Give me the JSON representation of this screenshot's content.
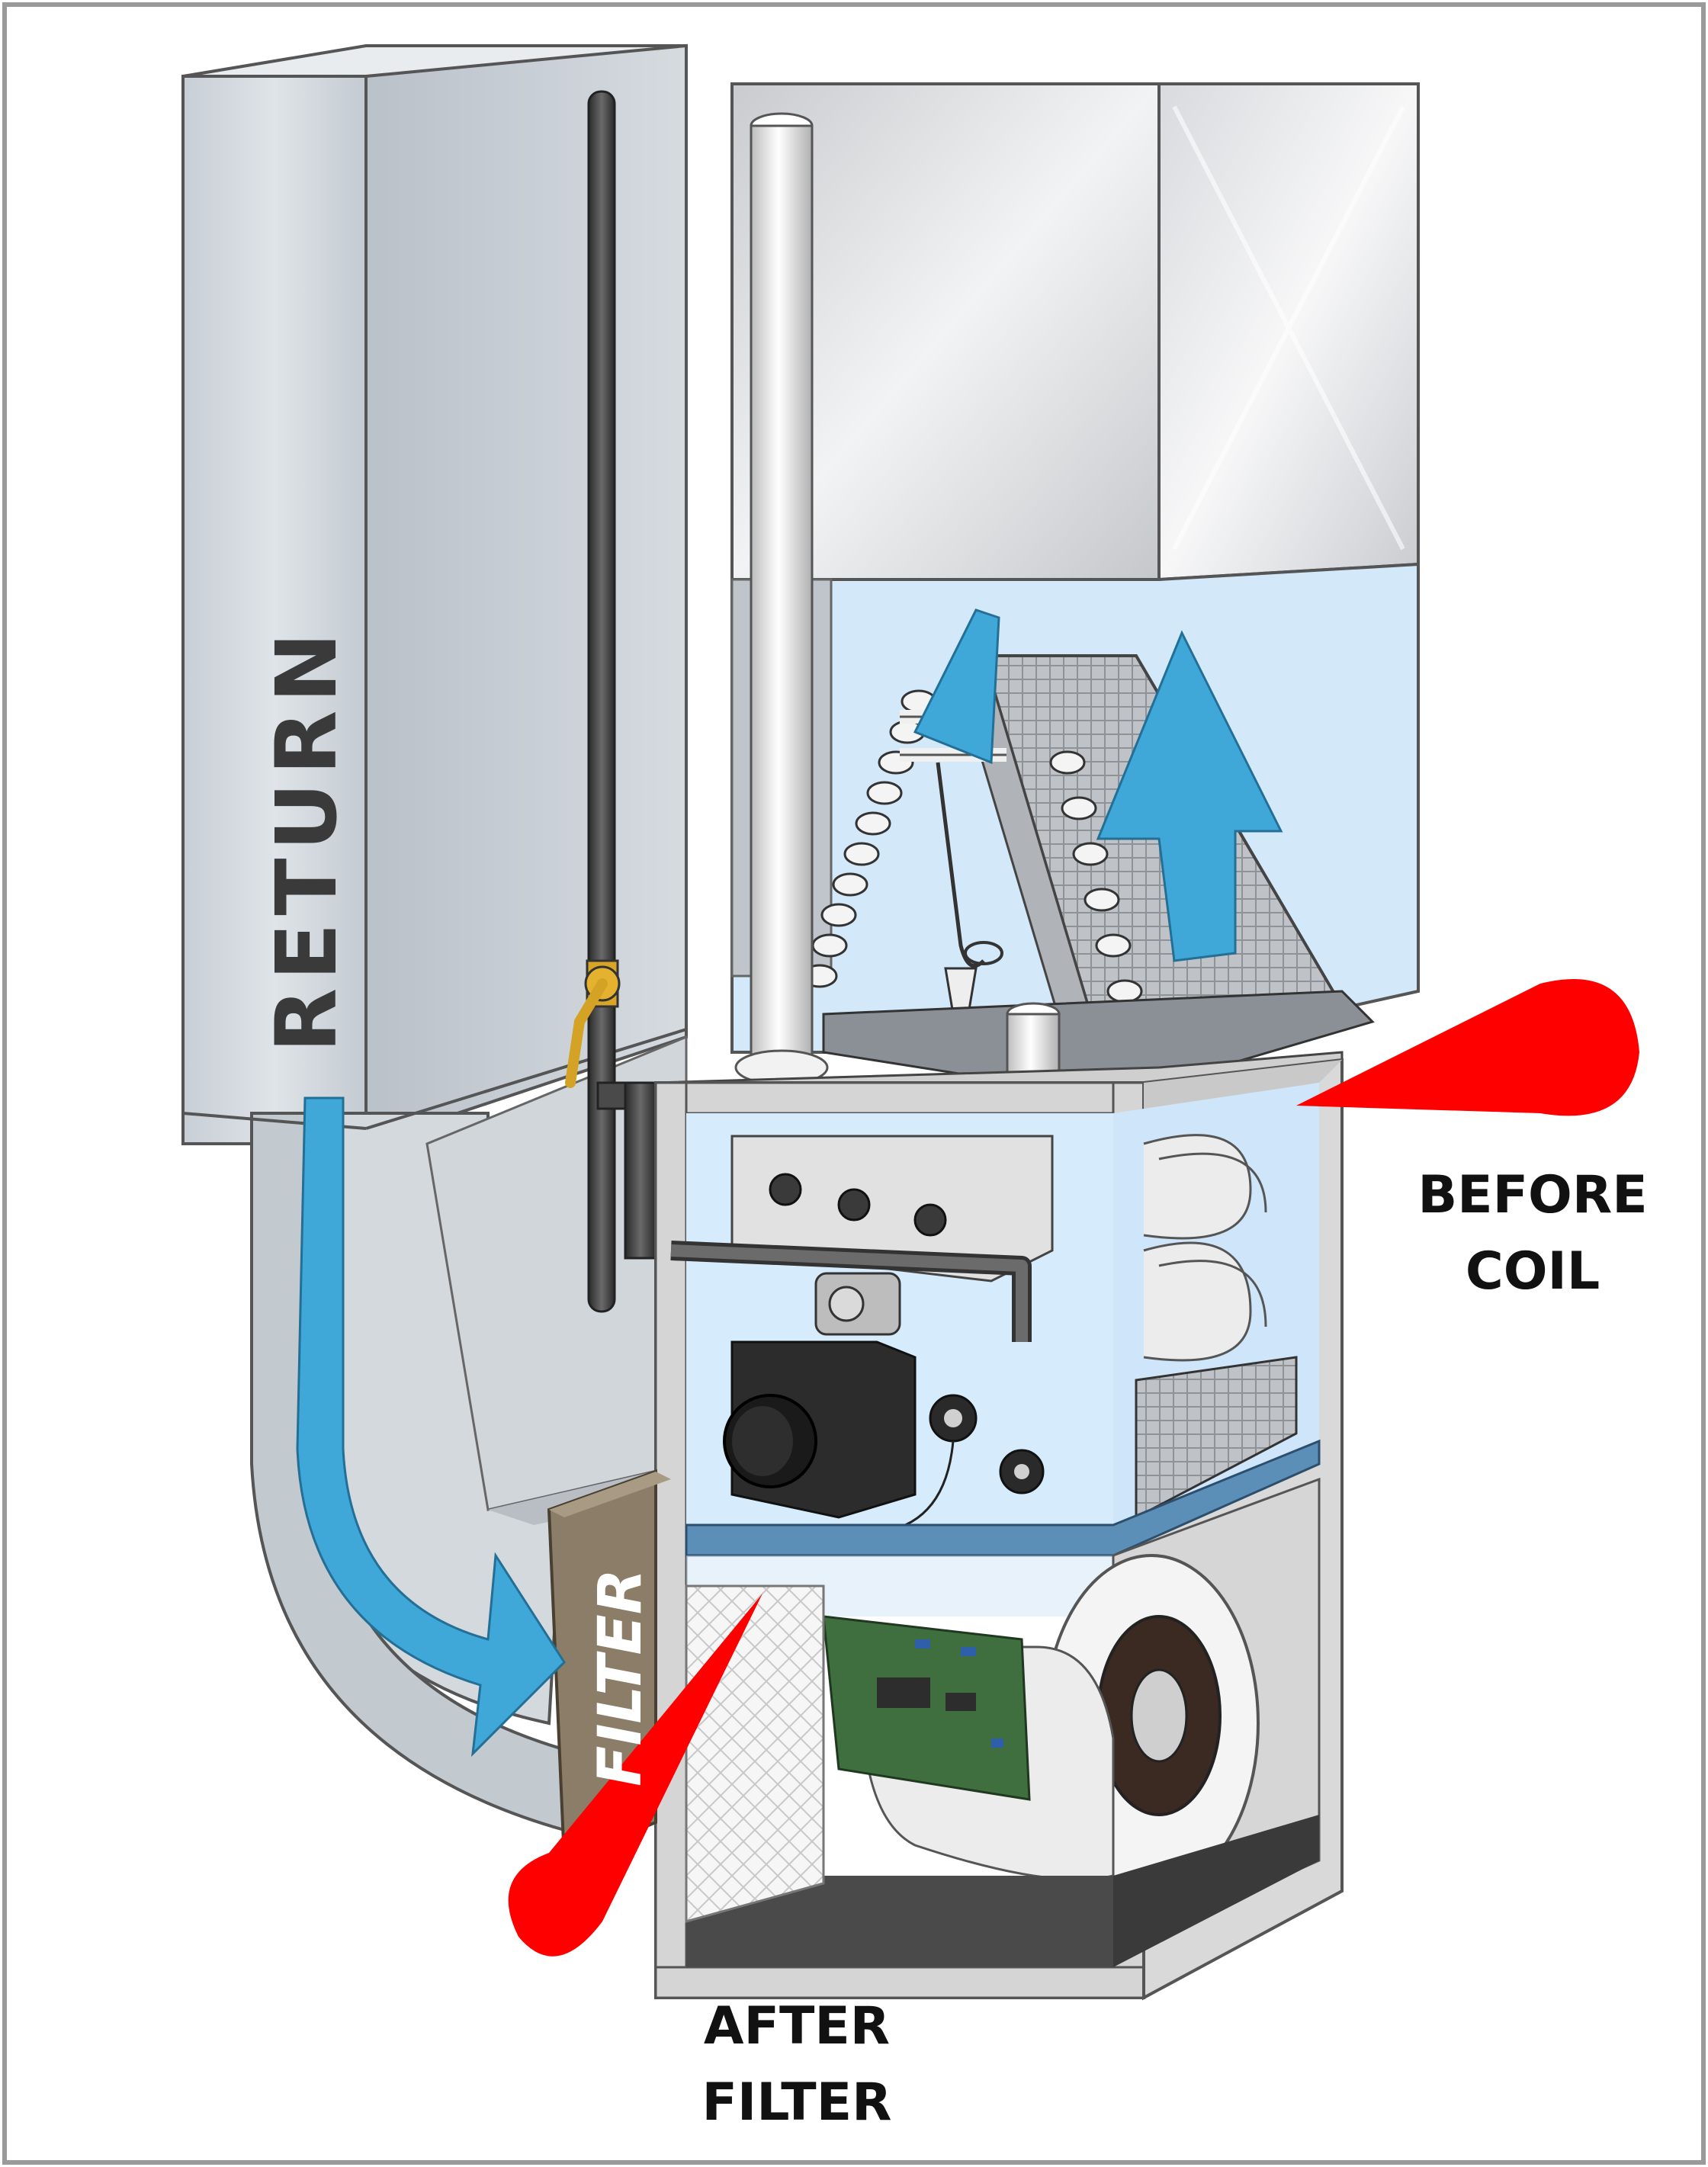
{
  "labels": {
    "return": "RETURN",
    "filter": "FILTER",
    "before_coil_line1": "BEFORE",
    "before_coil_line2": "COIL",
    "after_filter_line1": "AFTER",
    "after_filter_line2": "FILTER"
  },
  "colors": {
    "airflow_arrow": "#3fa8d8",
    "marker": "#ff0000",
    "filter_box": "#8b7d68",
    "cabinet": "#d9d9d9",
    "interior": "#cfe7fb",
    "duct": "#cfd6dc"
  },
  "icons": {
    "airflow": "curved-arrow",
    "measurement_point": "teardrop-marker"
  }
}
